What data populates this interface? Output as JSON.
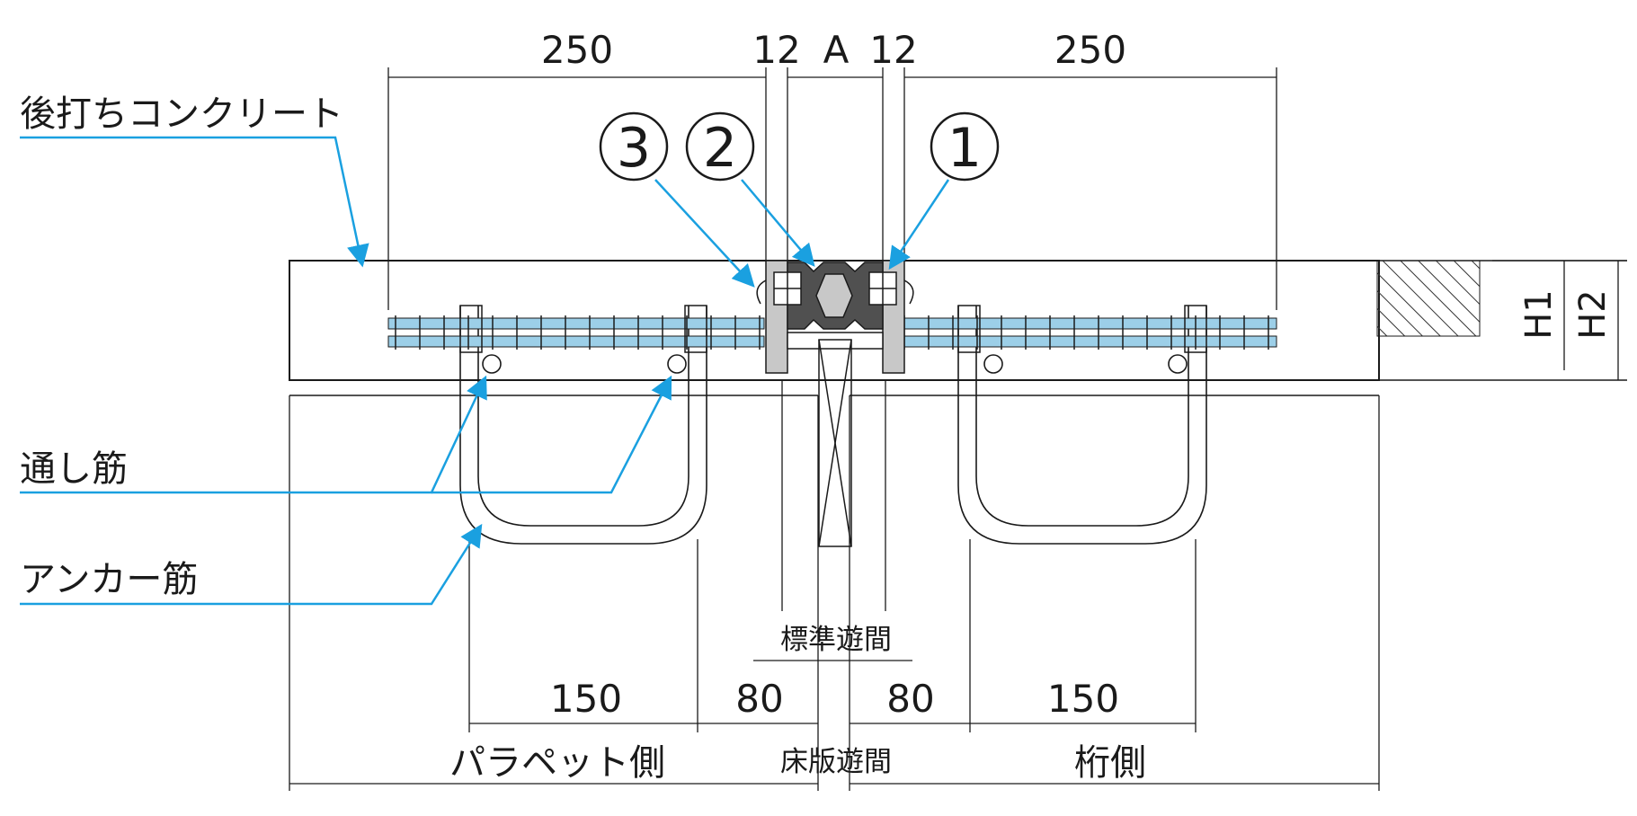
{
  "callouts": {
    "left_labels": {
      "post_concrete": "後打ちコンクリート",
      "through_bar": "通し筋",
      "anchor_bar": "アンカー筋"
    },
    "numbers": [
      "3",
      "2",
      "1"
    ]
  },
  "dimensions": {
    "top": {
      "left": "250",
      "gap_left": "12",
      "center": "A",
      "gap_right": "12",
      "right": "250"
    },
    "right": {
      "h1": "H1",
      "h2": "H2"
    },
    "bottom": {
      "left_anchor": "150",
      "left_edge": "80",
      "right_edge": "80",
      "right_anchor": "150"
    }
  },
  "labels": {
    "standard_gap": "標準遊間",
    "slab_gap": "床版遊間",
    "parapet_side": "パラペット側",
    "girder_side": "桁側"
  },
  "colors": {
    "line": "#1a1a1a",
    "leader": "#1aa0e0",
    "rebar": "#9ccfe8",
    "rubber": "#505050",
    "steel": "#c8c8c8"
  }
}
